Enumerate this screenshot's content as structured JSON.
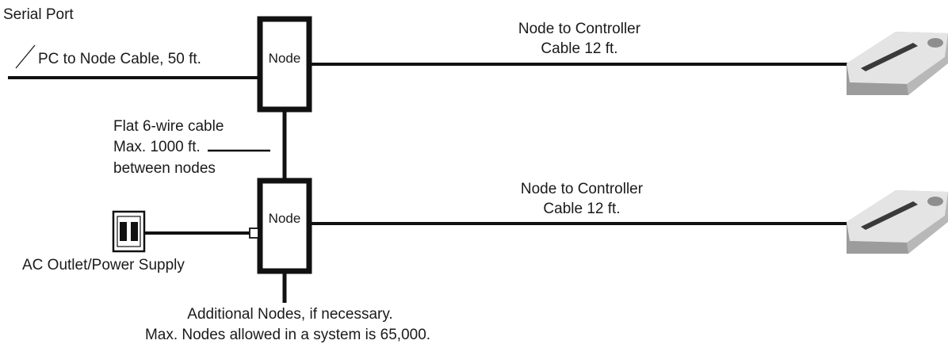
{
  "labels": {
    "serial_port": "Serial Port",
    "pc_to_node": "PC to Node Cable, 50 ft.",
    "node_top": "Node",
    "node_bottom": "Node",
    "controller_top_line1": "Node to Controller",
    "controller_top_line2": "Cable 12 ft.",
    "controller_bottom_line1": "Node to Controller",
    "controller_bottom_line2": "Cable 12 ft.",
    "flat_cable_line1": "Flat 6-wire cable",
    "flat_cable_line2": "Max. 1000 ft.",
    "flat_cable_line3": "between nodes",
    "ac_outlet": "AC Outlet/Power Supply",
    "additional_line1": "Additional Nodes, if necessary.",
    "additional_line2": "Max. Nodes allowed in a system is 65,000."
  },
  "colors": {
    "line": "#111111",
    "controller_top": "#e4e4e4",
    "controller_side": "#b8b8b8",
    "controller_slot": "#3a3a3a"
  },
  "icons": {
    "controller": "controller-device-icon",
    "outlet": "ac-outlet-icon"
  }
}
